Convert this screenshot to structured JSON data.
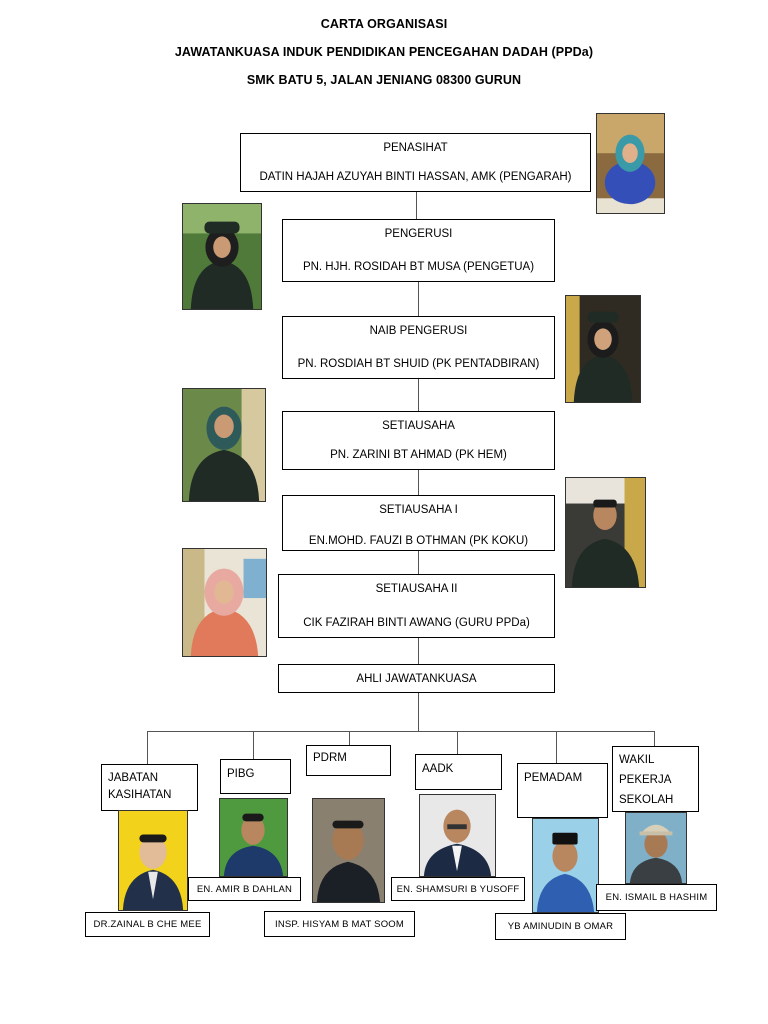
{
  "header": {
    "line1": "CARTA ORGANISASI",
    "line2": "JAWATANKUASA INDUK PENDIDIKAN PENCEGAHAN DADAH (PPDa)",
    "line3": "SMK BATU 5, JALAN JENIANG 08300 GURUN"
  },
  "hierarchy": [
    {
      "role": "PENASIHAT",
      "person": "DATIN HAJAH AZUYAH BINTI HASSAN, AMK (PENGARAH)"
    },
    {
      "role": "PENGERUSI",
      "person": "PN. HJH. ROSIDAH BT MUSA (PENGETUA)"
    },
    {
      "role": "NAIB PENGERUSI",
      "person": "PN. ROSDIAH BT SHUID (PK PENTADBIRAN)"
    },
    {
      "role": "SETIAUSAHA",
      "person": "PN. ZARINI BT AHMAD (PK HEM)"
    },
    {
      "role": "SETIAUSAHA I",
      "person": "EN.MOHD. FAUZI B OTHMAN (PK KOKU)"
    },
    {
      "role": "SETIAUSAHA II",
      "person": "CIK FAZIRAH BINTI AWANG (GURU PPDa)"
    }
  ],
  "committee": {
    "label": "AHLI JAWATANKUASA"
  },
  "members": [
    {
      "group_line1": "JABATAN",
      "group_line2": "KASIHATAN",
      "name": "DR.ZAINAL B CHE MEE"
    },
    {
      "group_line1": "PIBG",
      "name": "EN. AMIR B DAHLAN"
    },
    {
      "group_line1": "PDRM",
      "name": "INSP. HISYAM B MAT SOOM"
    },
    {
      "group_line1": "AADK",
      "name": "EN. SHAMSURI B YUSOFF"
    },
    {
      "group_line1": "PEMADAM",
      "name": "YB AMINUDIN B OMAR"
    },
    {
      "group_line1": "WAKIL",
      "group_line2": "PEKERJA",
      "group_line3": "SEKOLAH",
      "name": "EN. ISMAIL B HASHIM"
    }
  ],
  "colors": {
    "uniform": "#1f2b24",
    "tudung_teal": "#3a9aa8",
    "tudung_pink": "#e8a9a0",
    "background_yellow": "#f2d21a",
    "background_green": "#4f9a3e",
    "background_sky": "#9ad0e8"
  }
}
